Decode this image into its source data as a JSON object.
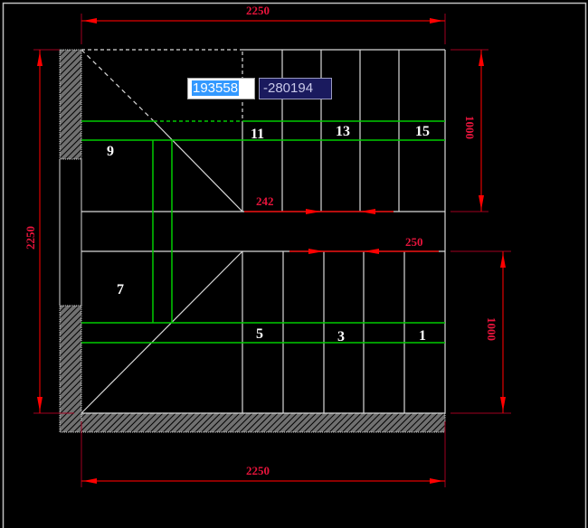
{
  "viewport": {
    "background": "#000000",
    "frame_color": "#c0c0c0"
  },
  "colors": {
    "wall_outline": "#d8d8d8",
    "step_line": "#d8d8d8",
    "handrail": "#00cc00",
    "dimension": "#e00000",
    "dimension_text": "#e8143c",
    "ext_line": "#a00020"
  },
  "dimensions": {
    "top_width": "2250",
    "bottom_width": "2250",
    "left_height": "2250",
    "right_upper": "1000",
    "right_lower": "1000",
    "landing_gap_upper": "242",
    "landing_gap_lower": "250"
  },
  "step_labels": {
    "s1": "1",
    "s3": "3",
    "s5": "5",
    "s7": "7",
    "s9": "9",
    "s11": "11",
    "s13": "13",
    "s15": "15"
  },
  "coordinate_input": {
    "x_value": "193558",
    "y_value": "-280194"
  }
}
